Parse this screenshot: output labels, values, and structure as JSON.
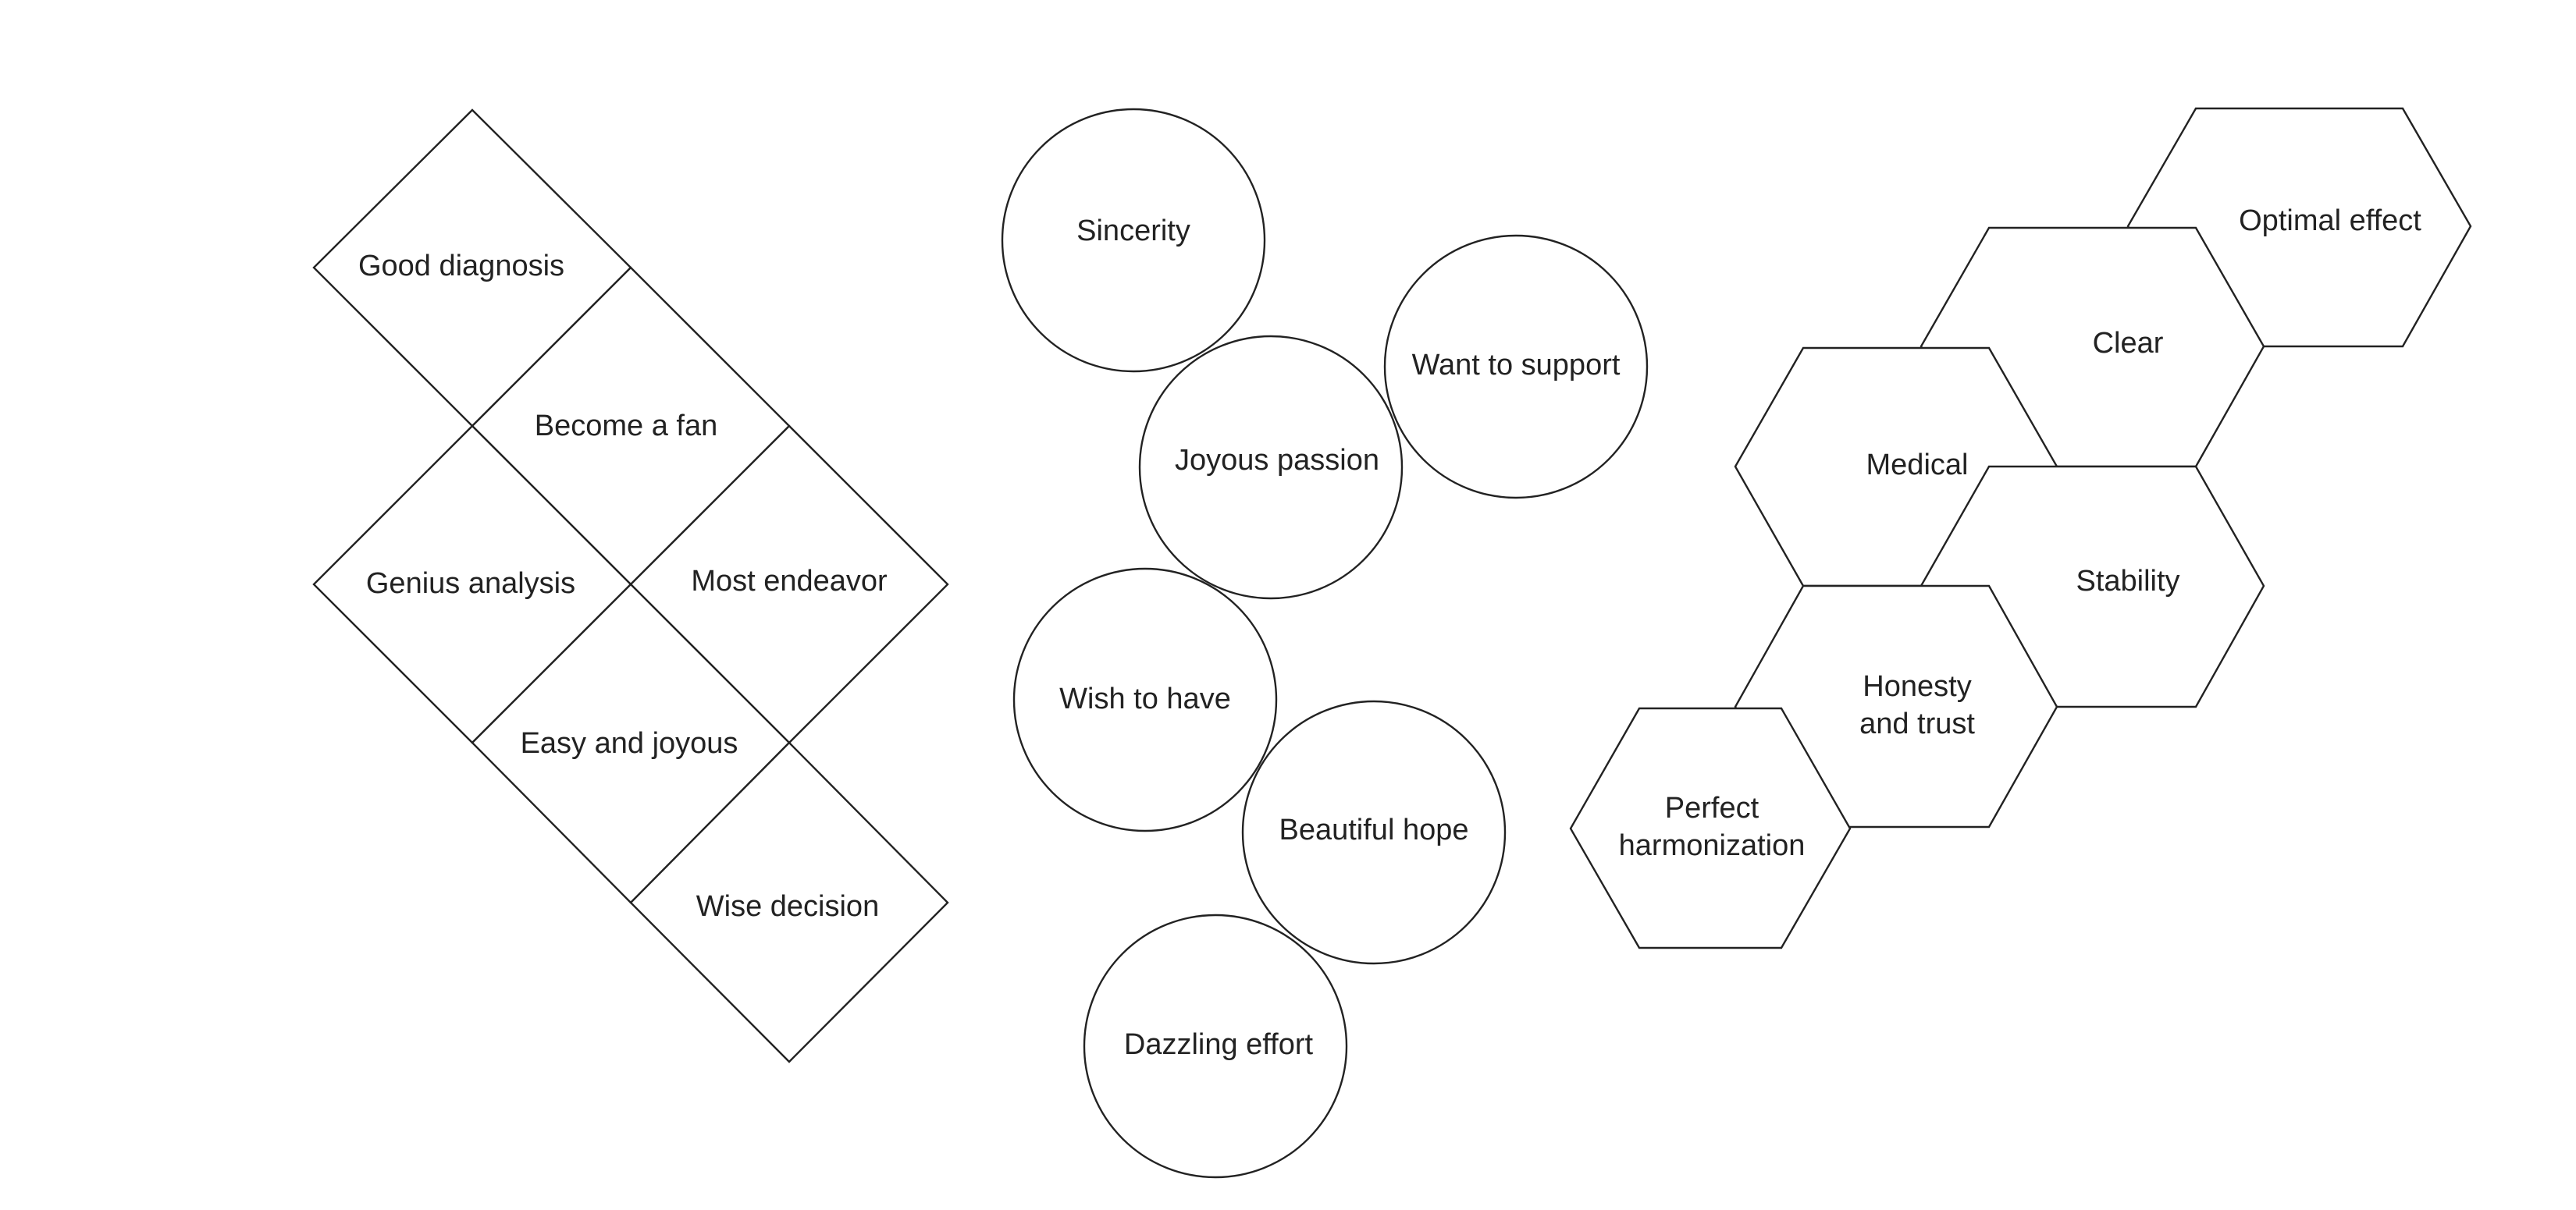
{
  "diamonds": [
    "Good diagnosis",
    "Become a fan",
    "Genius analysis",
    "Most endeavor",
    "Easy and joyous",
    "Wise decision"
  ],
  "circles": [
    "Sincerity",
    "Want to support",
    "Joyous passion",
    "Wish to have",
    "Beautiful hope",
    "Dazzling effort"
  ],
  "hexagons": [
    "Optimal effect",
    "Clear",
    "Medical",
    "Stability",
    "Honesty and trust",
    "Perfect harmonization"
  ],
  "colors": {
    "stroke": "#222222",
    "fill": "#ffffff",
    "text": "#222222"
  }
}
